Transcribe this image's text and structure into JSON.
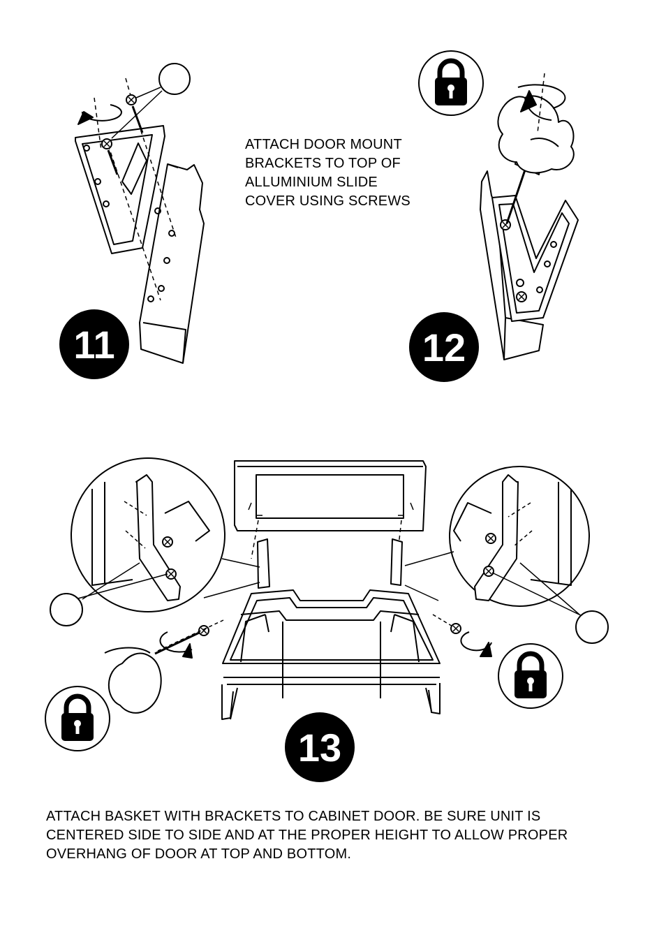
{
  "steps": {
    "step11": {
      "number": "11"
    },
    "step12": {
      "number": "12"
    },
    "step13": {
      "number": "13"
    }
  },
  "caption_top": {
    "lines": [
      "ATTACH DOOR MOUNT",
      "BRACKETS TO TOP OF",
      "ALLUMINIUM SLIDE",
      "COVER USING SCREWS"
    ]
  },
  "caption_bottom": {
    "lines": [
      "ATTACH BASKET WITH BRACKETS TO CABINET DOOR. BE SURE UNIT IS",
      "CENTERED SIDE TO SIDE AND AT THE PROPER HEIGHT TO ALLOW PROPER",
      "OVERHANG OF DOOR AT TOP AND BOTTOM."
    ]
  },
  "icons": [
    "lock-icon",
    "screw-icon",
    "screwdriver-icon",
    "hand-icon",
    "rotation-arrow-icon"
  ]
}
